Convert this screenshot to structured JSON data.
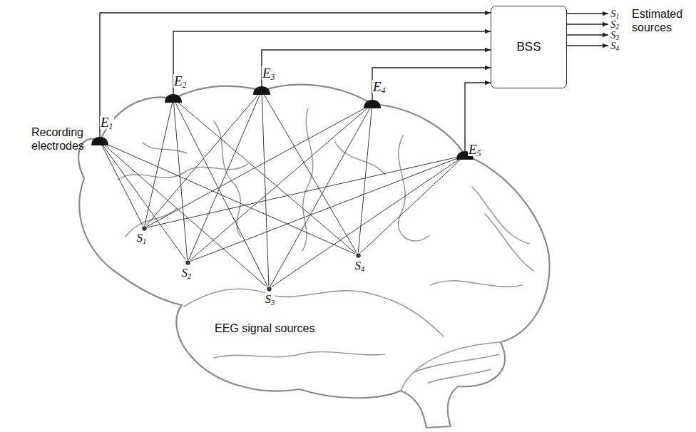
{
  "diagram": {
    "nodes": [
      {
        "text": [
          "E1"
        ]
      },
      {
        "text": [
          "E2"
        ]
      },
      {
        "text": [
          "E3"
        ]
      },
      {
        "text": [
          "E4"
        ]
      },
      {
        "text": [
          "E5"
        ]
      },
      {
        "text": [
          "S1"
        ]
      },
      {
        "text": [
          "S2"
        ]
      },
      {
        "text": [
          "S3"
        ]
      },
      {
        "text": [
          "S4"
        ]
      },
      {
        "text": [
          "BSS"
        ]
      }
    ],
    "edges": [
      {
        "from": 0,
        "to": 5,
        "arrow": "none"
      },
      {
        "from": 0,
        "to": 6,
        "arrow": "none"
      },
      {
        "from": 0,
        "to": 7,
        "arrow": "none"
      },
      {
        "from": 0,
        "to": 8,
        "arrow": "none"
      },
      {
        "from": 1,
        "to": 5,
        "arrow": "none"
      },
      {
        "from": 1,
        "to": 6,
        "arrow": "none"
      },
      {
        "from": 1,
        "to": 7,
        "arrow": "none"
      },
      {
        "from": 1,
        "to": 8,
        "arrow": "none"
      },
      {
        "from": 2,
        "to": 5,
        "arrow": "none"
      },
      {
        "from": 2,
        "to": 6,
        "arrow": "none"
      },
      {
        "from": 2,
        "to": 7,
        "arrow": "none"
      },
      {
        "from": 2,
        "to": 8,
        "arrow": "none"
      },
      {
        "from": 3,
        "to": 5,
        "arrow": "none"
      },
      {
        "from": 3,
        "to": 6,
        "arrow": "none"
      },
      {
        "from": 3,
        "to": 7,
        "arrow": "none"
      },
      {
        "from": 3,
        "to": 8,
        "arrow": "none"
      },
      {
        "from": 4,
        "to": 5,
        "arrow": "none"
      },
      {
        "from": 4,
        "to": 6,
        "arrow": "none"
      },
      {
        "from": 4,
        "to": 7,
        "arrow": "none"
      },
      {
        "from": 4,
        "to": 8,
        "arrow": "none"
      },
      {
        "from": 0,
        "to": 9,
        "arrow": "to"
      },
      {
        "from": 1,
        "to": 9,
        "arrow": "to"
      },
      {
        "from": 2,
        "to": 9,
        "arrow": "to"
      },
      {
        "from": 3,
        "to": 9,
        "arrow": "to"
      },
      {
        "from": 4,
        "to": 9,
        "arrow": "to"
      }
    ],
    "labels": [
      "S1",
      "S2",
      "S3",
      "S4",
      "Estimated sources",
      "Recording electrodes",
      "EEG signal sources"
    ]
  }
}
